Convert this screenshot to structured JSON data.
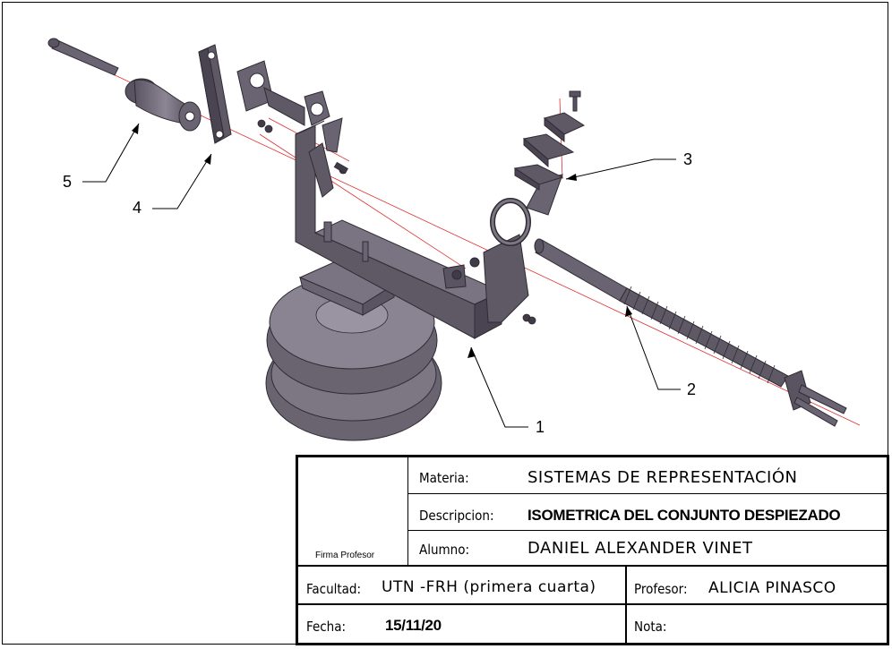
{
  "callouts": [
    "1",
    "2",
    "3",
    "4",
    "5"
  ],
  "title_block": {
    "firma_label": "Firma Profesor",
    "materia_label": "Materia:",
    "materia_value": "SISTEMAS DE REPRESENTACIÓN",
    "descripcion_label": "Descripcion:",
    "descripcion_value": "ISOMETRICA DEL CONJUNTO DESPIEZADO",
    "alumno_label": "Alumno:",
    "alumno_value": "DANIEL ALEXANDER VINET",
    "facultad_label": "Facultad:",
    "facultad_value": "UTN -FRH (primera cuarta)",
    "profesor_label": "Profesor:",
    "profesor_value": "ALICIA PINASCO",
    "fecha_label": "Fecha:",
    "fecha_value": "15/11/20",
    "nota_label": "Nota:"
  },
  "colors": {
    "part": "#5f5966",
    "part_dark": "#403b47",
    "part_light": "#8a8492",
    "centerline": "#e03030"
  }
}
